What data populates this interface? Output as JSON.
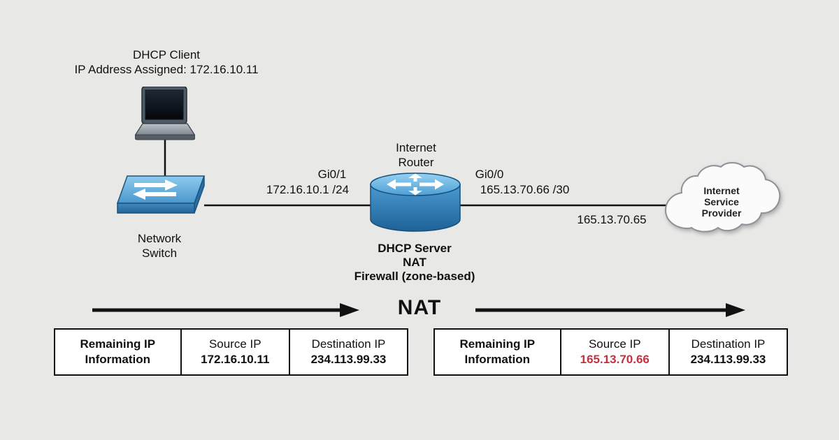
{
  "colors": {
    "highlight_red": "#c4323f"
  },
  "diagram": {
    "client_label": "DHCP Client\nIP Address Assigned: 172.16.10.11",
    "switch_label": "Network\nSwitch",
    "router_title": "Internet\nRouter",
    "router_services": "DHCP Server\nNAT\nFirewall (zone-based)",
    "left_interface": {
      "name": "Gi0/1",
      "ip": "172.16.10.1 /24"
    },
    "right_interface": {
      "name": "Gi0/0",
      "ip": "165.13.70.66 /30"
    },
    "isp_label": "Internet\nService\nProvider",
    "isp_ip": "165.13.70.65",
    "nat_label": "NAT"
  },
  "packet_tables": {
    "before_nat": {
      "info": "Remaining IP\nInformation",
      "source_label": "Source IP",
      "source_ip": "172.16.10.11",
      "dest_label": "Destination IP",
      "dest_ip": "234.113.99.33"
    },
    "after_nat": {
      "info": "Remaining IP\nInformation",
      "source_label": "Source IP",
      "source_ip": "165.13.70.66",
      "dest_label": "Destination IP",
      "dest_ip": "234.113.99.33"
    }
  }
}
